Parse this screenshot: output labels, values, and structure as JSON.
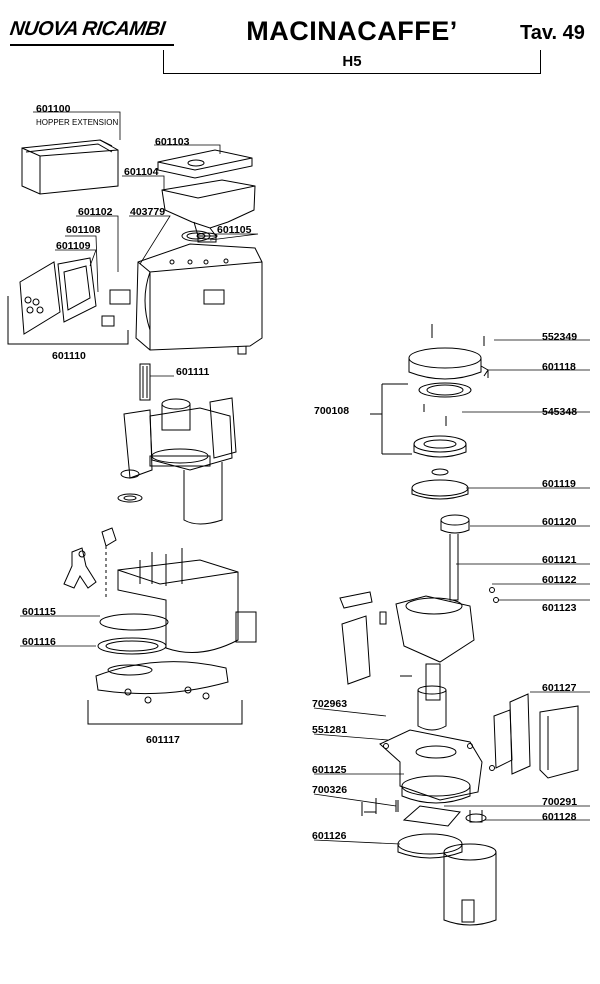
{
  "header": {
    "brand": "NUOVA RICAMBI",
    "title": "MACINACAFFE’",
    "table": "Tav. 49",
    "model": "H5"
  },
  "parts": {
    "p601100": "601100",
    "p601100_desc": "HOPPER EXTENSION",
    "p601103": "601103",
    "p601104": "601104",
    "p601102": "601102",
    "p403779": "403779",
    "p601108": "601108",
    "p601105": "601105",
    "p601109": "601109",
    "p601110": "601110",
    "p601111": "601111",
    "p601115": "601115",
    "p601116": "601116",
    "p601117": "601117",
    "p552349": "552349",
    "p601118": "601118",
    "p700108": "700108",
    "p545348": "545348",
    "p601119": "601119",
    "p601120": "601120",
    "p601121": "601121",
    "p601122": "601122",
    "p601123": "601123",
    "p601127": "601127",
    "p702963": "702963",
    "p551281": "551281",
    "p601125": "601125",
    "p700326": "700326",
    "p700291": "700291",
    "p601128": "601128",
    "p601126": "601126"
  }
}
